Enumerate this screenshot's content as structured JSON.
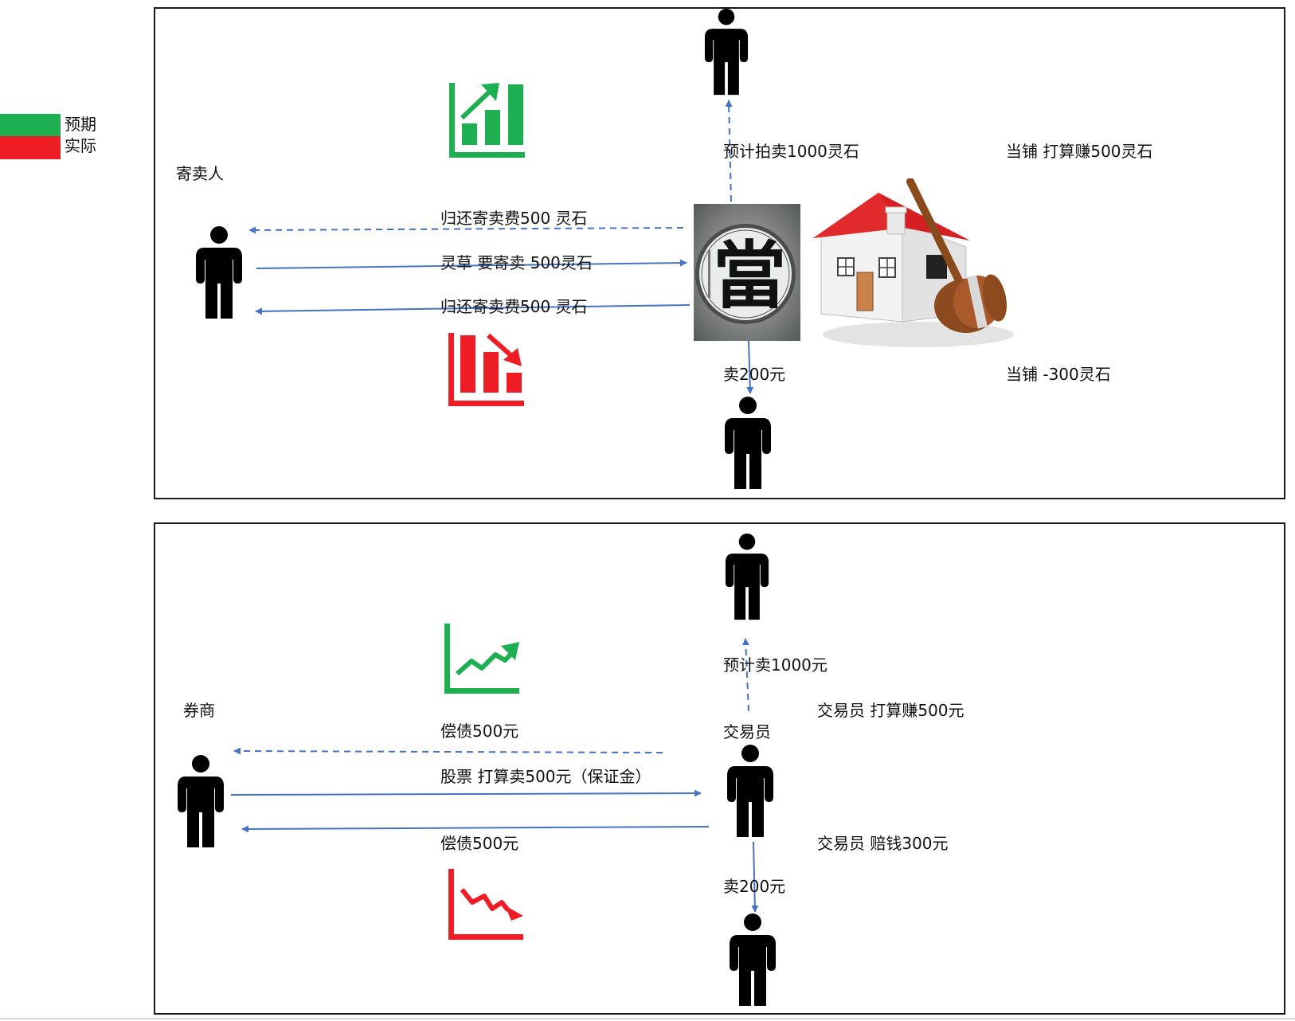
{
  "legend": {
    "expected_label": "预期",
    "actual_label": "实际",
    "expected_color": "#1eaf52",
    "actual_color": "#ee1c25"
  },
  "colors": {
    "arrow": "#4472c4",
    "trend_up": "#1eaf52",
    "trend_down": "#ee1c25",
    "roof": "#d51f22"
  },
  "top_panel": {
    "consignor_label": "寄卖人",
    "arrow_return_fee_expected": "归还寄卖费500 灵石",
    "arrow_consign_request": "灵草 要寄卖 500灵石",
    "arrow_return_fee_actual": "归还寄卖费500 灵石",
    "auction_expected": "预计拍卖1000灵石",
    "shop_expected_profit": "当铺 打算赚500灵石",
    "sold_actual": "卖200元",
    "shop_actual_result": "当铺 -300灵石",
    "pawn_sign_character": "當"
  },
  "bottom_panel": {
    "broker_label": "券商",
    "arrow_repay_expected": "偿债500元",
    "arrow_sell_request": "股票 打算卖500元（保证金）",
    "arrow_repay_actual": "偿债500元",
    "sell_expected": "预计卖1000元",
    "trader_label": "交易员",
    "trader_expected_profit": "交易员  打算赚500元",
    "trader_actual_loss": "交易员 赔钱300元",
    "sold_actual": "卖200元"
  }
}
